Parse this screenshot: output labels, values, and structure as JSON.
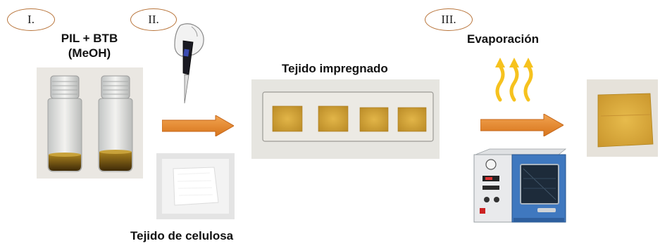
{
  "steps": [
    {
      "numeral": "I."
    },
    {
      "numeral": "II."
    },
    {
      "numeral": "III."
    }
  ],
  "labels": {
    "solution_line1": "PIL + BTB",
    "solution_line2": "(MeOH)",
    "impregnated": "Tejido impregnado",
    "evaporation": "Evaporación",
    "cellulose": "Tejido de celulosa"
  },
  "colors": {
    "arrow": "#e88a2a",
    "heat_arrows": "#f6c21e",
    "oval_border": "#b8743a",
    "fabric_yellow": "#d9a536"
  }
}
